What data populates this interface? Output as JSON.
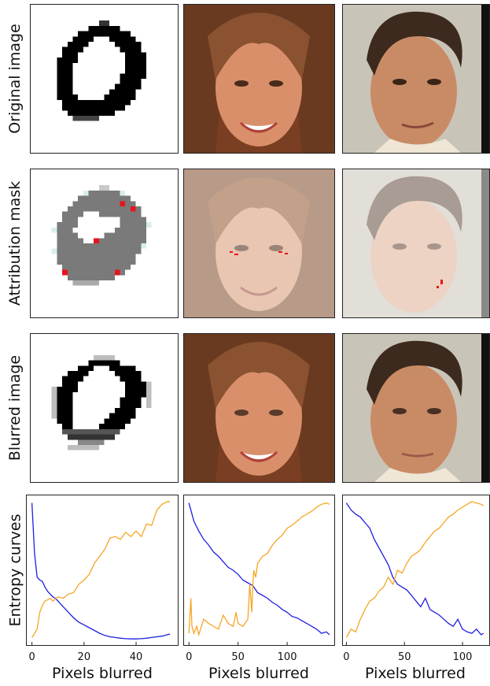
{
  "row_labels": {
    "original": "Original image",
    "mask": "Attribution mask",
    "blurred": "Blurred image",
    "entropy": "Entropy curves"
  },
  "colors": {
    "descending": "#1f1fe0",
    "ascending": "#f5a623",
    "mask_highlight": "#e8141b"
  },
  "chart_data": [
    {
      "type": "line",
      "xlabel": "Pixels blurred",
      "ylabel": "Entropy curves",
      "xlim": [
        -2,
        56
      ],
      "ylim": [
        0,
        1
      ],
      "xticks": [
        "0",
        "20",
        "40"
      ],
      "xtick_values": [
        0,
        20,
        40
      ],
      "series": [
        {
          "color": "#1f1fe0",
          "x": [
            0,
            1,
            2,
            3,
            4,
            5,
            6,
            7,
            8,
            9,
            10,
            12,
            14,
            16,
            18,
            20,
            22,
            24,
            26,
            28,
            30,
            32,
            34,
            36,
            38,
            40,
            42,
            44,
            46,
            48,
            50,
            52,
            53
          ],
          "values": [
            0.98,
            0.62,
            0.45,
            0.43,
            0.42,
            0.38,
            0.35,
            0.33,
            0.31,
            0.3,
            0.28,
            0.24,
            0.2,
            0.16,
            0.13,
            0.11,
            0.09,
            0.07,
            0.05,
            0.035,
            0.025,
            0.02,
            0.015,
            0.012,
            0.01,
            0.01,
            0.012,
            0.015,
            0.02,
            0.025,
            0.03,
            0.04,
            0.045
          ]
        },
        {
          "color": "#f5a623",
          "x": [
            0,
            2,
            3,
            4,
            5,
            6,
            7,
            8,
            10,
            12,
            14,
            16,
            18,
            20,
            22,
            24,
            26,
            28,
            30,
            32,
            34,
            36,
            38,
            40,
            42,
            44,
            46,
            48,
            50,
            52,
            53
          ],
          "values": [
            0.02,
            0.08,
            0.2,
            0.25,
            0.28,
            0.29,
            0.3,
            0.28,
            0.31,
            0.3,
            0.33,
            0.34,
            0.4,
            0.43,
            0.47,
            0.55,
            0.6,
            0.65,
            0.73,
            0.74,
            0.72,
            0.77,
            0.74,
            0.78,
            0.74,
            0.83,
            0.82,
            0.93,
            0.97,
            0.99,
            0.99
          ]
        }
      ]
    },
    {
      "type": "line",
      "xlabel": "Pixels blurred",
      "xlim": [
        -5,
        148
      ],
      "ylim": [
        0,
        1
      ],
      "xticks": [
        "0",
        "50",
        "100"
      ],
      "xtick_values": [
        0,
        50,
        100
      ],
      "series": [
        {
          "color": "#1f1fe0",
          "x": [
            0,
            5,
            10,
            15,
            20,
            25,
            30,
            35,
            40,
            45,
            50,
            55,
            60,
            65,
            70,
            75,
            80,
            85,
            90,
            95,
            100,
            105,
            110,
            115,
            120,
            125,
            130,
            135,
            140,
            143
          ],
          "values": [
            0.98,
            0.85,
            0.78,
            0.72,
            0.68,
            0.63,
            0.6,
            0.56,
            0.52,
            0.5,
            0.47,
            0.43,
            0.41,
            0.39,
            0.34,
            0.32,
            0.3,
            0.27,
            0.25,
            0.22,
            0.2,
            0.17,
            0.16,
            0.14,
            0.12,
            0.1,
            0.08,
            0.05,
            0.06,
            0.04
          ]
        },
        {
          "color": "#f5a623",
          "x": [
            0,
            2,
            3,
            4,
            5,
            8,
            10,
            15,
            20,
            25,
            30,
            35,
            40,
            45,
            48,
            50,
            55,
            60,
            62,
            64,
            65,
            66,
            68,
            70,
            75,
            80,
            85,
            90,
            95,
            100,
            105,
            110,
            115,
            120,
            125,
            130,
            135,
            140,
            143
          ],
          "values": [
            0.05,
            0.3,
            0.1,
            0.08,
            0.05,
            0.1,
            0.04,
            0.15,
            0.12,
            0.1,
            0.08,
            0.18,
            0.12,
            0.1,
            0.2,
            0.12,
            0.1,
            0.15,
            0.4,
            0.2,
            0.38,
            0.5,
            0.45,
            0.55,
            0.6,
            0.62,
            0.68,
            0.72,
            0.75,
            0.8,
            0.82,
            0.85,
            0.88,
            0.9,
            0.92,
            0.95,
            0.97,
            0.98,
            0.97
          ]
        }
      ]
    },
    {
      "type": "line",
      "xlabel": "Pixels blurred",
      "xlim": [
        -3,
        123
      ],
      "ylim": [
        0,
        1
      ],
      "xticks": [
        "0",
        "50",
        "100"
      ],
      "xtick_values": [
        0,
        50,
        100
      ],
      "series": [
        {
          "color": "#1f1fe0",
          "x": [
            0,
            4,
            8,
            12,
            16,
            20,
            24,
            28,
            32,
            36,
            40,
            44,
            48,
            52,
            56,
            60,
            64,
            68,
            72,
            76,
            80,
            84,
            88,
            92,
            96,
            100,
            104,
            108,
            112,
            116,
            118
          ],
          "values": [
            0.98,
            0.93,
            0.9,
            0.88,
            0.84,
            0.8,
            0.72,
            0.66,
            0.6,
            0.54,
            0.45,
            0.4,
            0.38,
            0.36,
            0.32,
            0.28,
            0.24,
            0.3,
            0.22,
            0.2,
            0.18,
            0.15,
            0.12,
            0.1,
            0.15,
            0.08,
            0.06,
            0.05,
            0.08,
            0.04,
            0.05
          ]
        },
        {
          "color": "#f5a623",
          "x": [
            0,
            4,
            8,
            12,
            16,
            20,
            24,
            28,
            32,
            36,
            40,
            44,
            48,
            52,
            56,
            60,
            64,
            68,
            72,
            76,
            80,
            84,
            88,
            92,
            96,
            100,
            104,
            108,
            112,
            116,
            118
          ],
          "values": [
            0.02,
            0.08,
            0.06,
            0.15,
            0.22,
            0.28,
            0.3,
            0.35,
            0.38,
            0.45,
            0.4,
            0.5,
            0.48,
            0.55,
            0.6,
            0.62,
            0.65,
            0.7,
            0.74,
            0.78,
            0.8,
            0.84,
            0.88,
            0.9,
            0.93,
            0.95,
            0.97,
            0.99,
            0.98,
            0.97,
            0.96
          ]
        }
      ]
    }
  ]
}
